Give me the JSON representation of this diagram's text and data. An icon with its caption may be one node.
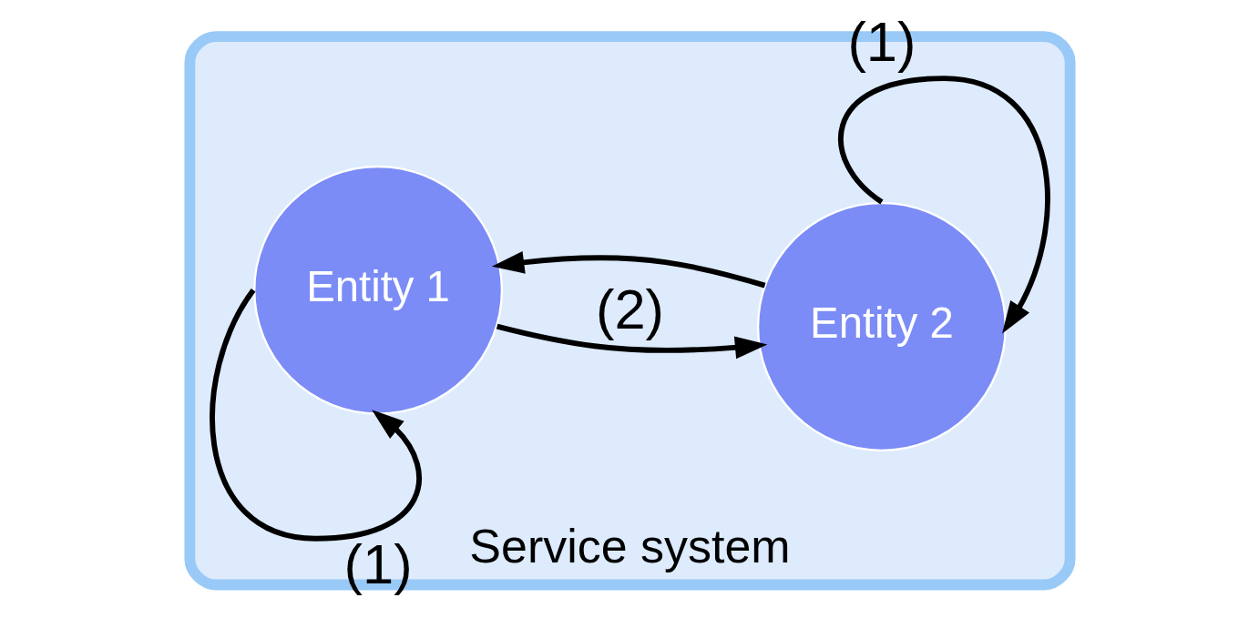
{
  "diagram": {
    "nodes": [
      {
        "text": [
          "Service system"
        ]
      },
      {
        "text": [
          "Entity 1"
        ],
        "in": 0
      },
      {
        "text": [
          "Entity 2"
        ],
        "in": 0
      }
    ],
    "edges": [
      {
        "from": 1,
        "to": 1,
        "arrow": "to",
        "label": "(1)"
      },
      {
        "from": 1,
        "to": 2,
        "arrow": "to",
        "label": "(2)"
      },
      {
        "from": 2,
        "to": 1,
        "arrow": "to"
      },
      {
        "from": 2,
        "to": 2,
        "arrow": "to",
        "label": "(1)"
      }
    ]
  }
}
